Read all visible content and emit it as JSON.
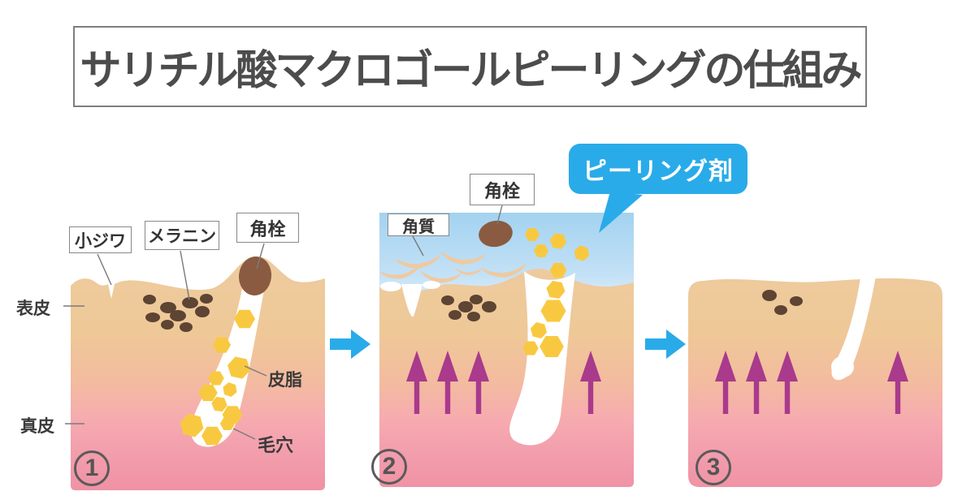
{
  "title": "サリチル酸マクロゴールピーリングの仕組み",
  "skin_layers": {
    "epidermis": "表皮",
    "dermis": "真皮"
  },
  "panel1": {
    "number": "1",
    "labels": {
      "wrinkle": "小ジワ",
      "melanin": "メラニン",
      "keratin_plug": "角栓",
      "sebum": "皮脂",
      "pore": "毛穴"
    }
  },
  "panel2": {
    "number": "2",
    "labels": {
      "dead_skin": "角質",
      "keratin_plug": "角栓"
    },
    "bubble": "ピーリング剤"
  },
  "panel3": {
    "number": "3"
  },
  "colors": {
    "accent_blue": "#29ABE9",
    "peel_liquid_blue": "#A3D2F0",
    "arrow_purple": "#A93A8C",
    "skin_top": "#EDCB9E",
    "skin_bottom": "#EF92A4",
    "sebum_yellow": "#F8C940",
    "plug_brown": "#8A5B40",
    "melanin_brown": "#5D4433",
    "flake_beige": "#EFC9A0",
    "title_text": "#4c4c4c"
  }
}
